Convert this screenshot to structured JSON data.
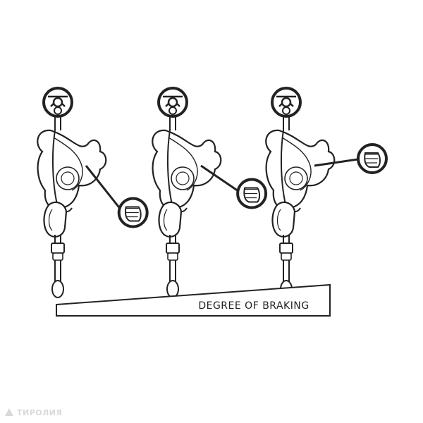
{
  "scale_label": "DEGREE OF BRAKING",
  "watermark_text": "ТИРОЛИЯ",
  "panels": [
    {
      "label": "panel-1",
      "hand_level": 0.15
    },
    {
      "label": "panel-2",
      "hand_level": 0.45
    },
    {
      "label": "panel-3",
      "hand_level": 1.0
    }
  ],
  "colors": {
    "line": "#222222",
    "fill": "#ffffff",
    "watermark": "#d9d9d9"
  }
}
